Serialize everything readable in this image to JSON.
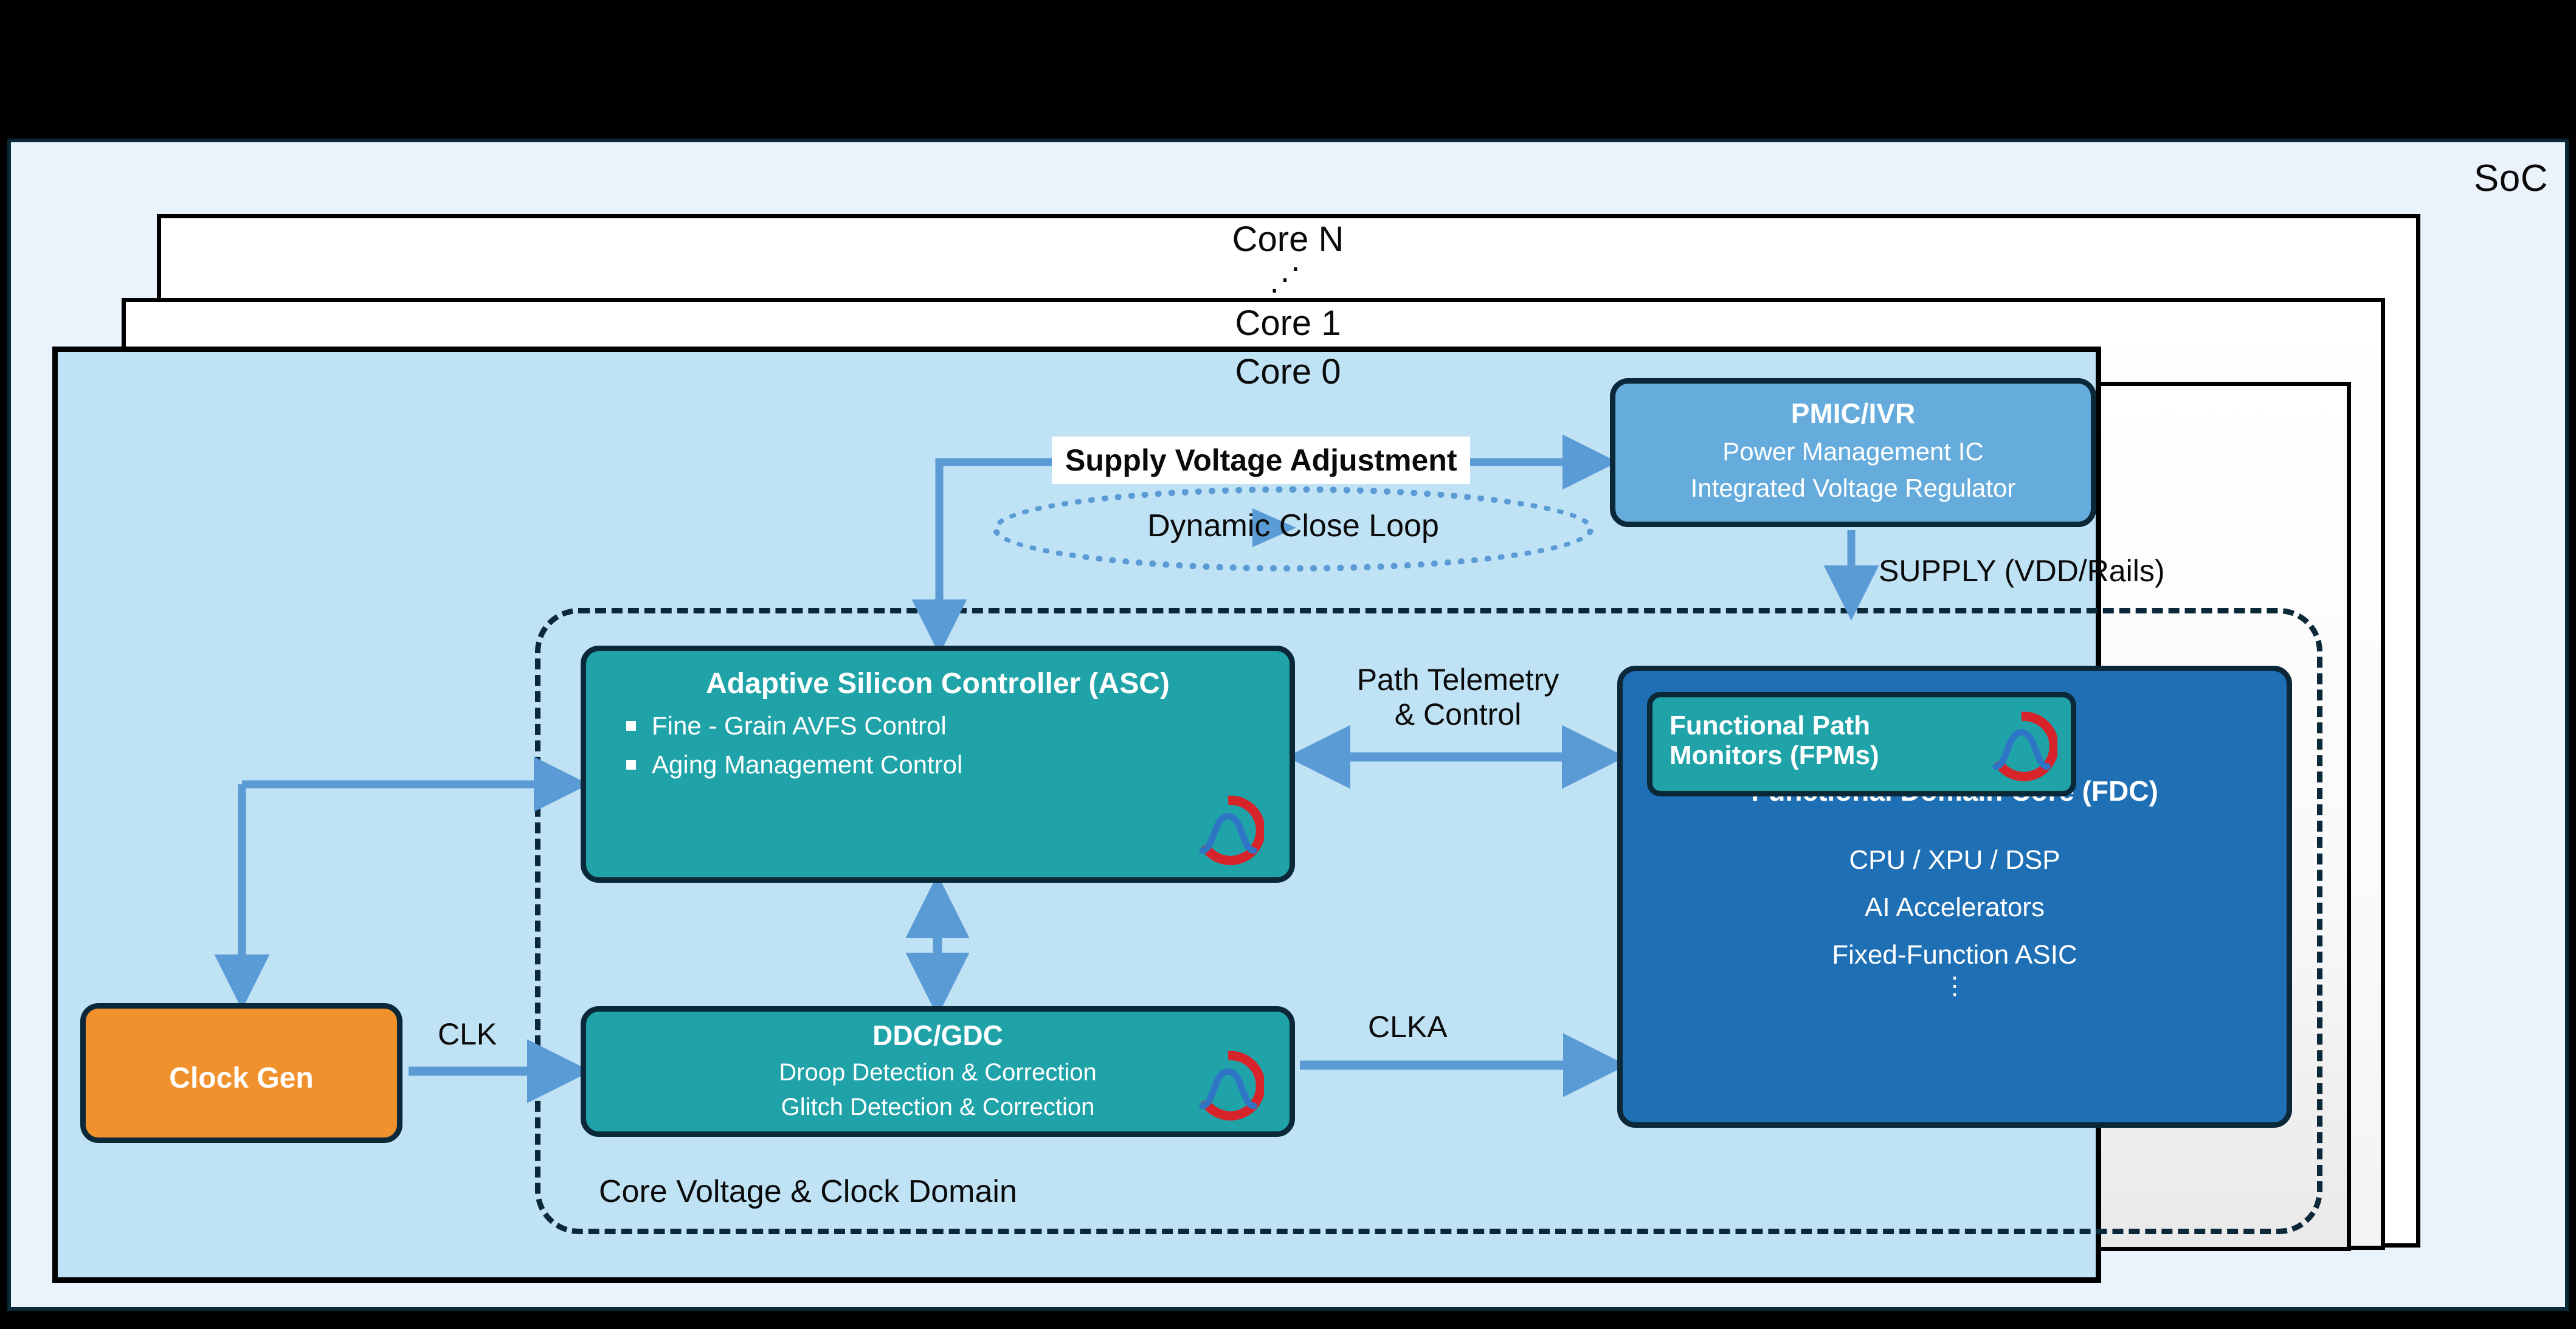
{
  "soc": {
    "label": "SoC"
  },
  "cores": {
    "core_n": "Core N",
    "ellipsis": "⋰",
    "core_1": "Core 1",
    "core_0": "Core 0"
  },
  "domain": {
    "label": "Core Voltage & Clock Domain"
  },
  "pmic": {
    "title": "PMIC/IVR",
    "line1": "Power  Management IC",
    "line2": "Integrated Voltage Regulator"
  },
  "asc": {
    "title": "Adaptive Silicon Controller (ASC)",
    "bullets": [
      "Fine - Grain AVFS  Control",
      "Aging Management Control"
    ]
  },
  "ddc": {
    "title": "DDC/GDC",
    "line1": "Droop Detection & Correction",
    "line2": "Glitch Detection & Correction"
  },
  "clock_gen": {
    "title": "Clock Gen"
  },
  "fdc": {
    "fpm_line1": "Functional Path",
    "fpm_line2": "Monitors (FPMs)",
    "title": "Functional Domain Core (FDC)",
    "items": [
      "CPU / XPU / DSP",
      "AI Accelerators",
      "Fixed-Function ASIC"
    ],
    "vertical_dots": "⋮"
  },
  "labels": {
    "supply_voltage_adjustment": "Supply Voltage Adjustment",
    "dynamic_close_loop": "Dynamic Close Loop",
    "supply_vdd_rails": "SUPPLY (VDD/Rails)",
    "path_telemetry_line1": "Path Telemetry",
    "path_telemetry_line2": "& Control",
    "clk": "CLK",
    "clka": "CLKA"
  },
  "colors": {
    "soc_bg": "#EAF2FC",
    "core_bg": "#BFE2F5",
    "teal": "#20A3A8",
    "fdc_blue": "#1F6FB5",
    "pmic_blue": "#65ACDD",
    "orange": "#F0912D",
    "connector_blue": "#5B9BD5",
    "outline": "#0B2838",
    "logo_red": "#D6242A",
    "logo_blue": "#1F6FB5"
  }
}
